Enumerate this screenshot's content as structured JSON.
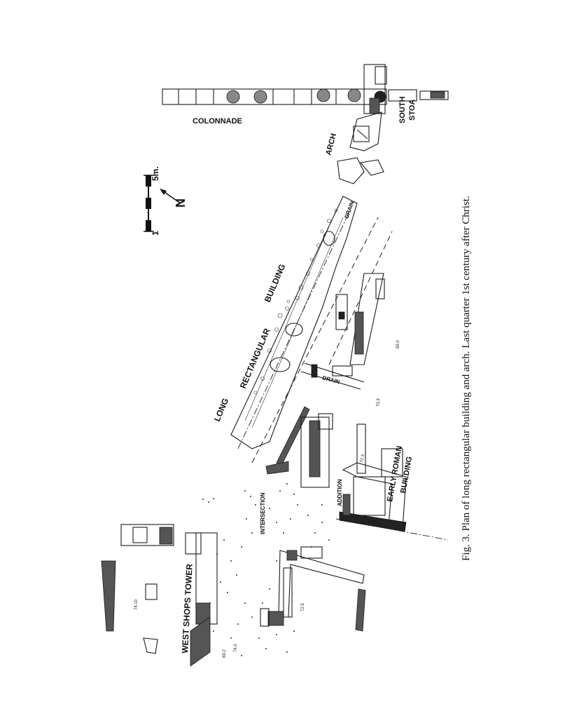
{
  "labels": {
    "colonnade": "COLONNADE",
    "arch": "ARCH",
    "south": "SOUTH",
    "stoa": "STOA",
    "long": "LONG",
    "rectangular": "RECTANGULAR",
    "building": "BUILDING",
    "drain_1": "DRAIN",
    "drain_2": "DRAIN",
    "intersection": "INTERSECTION",
    "addition": "ADDITION",
    "early_roman": "EARLY ROMAN",
    "building_2": "BUILDING",
    "west_shops_tower": "WEST SHOPS TOWER"
  },
  "scale_bar": {
    "start": "1",
    "end": "5m.",
    "north_arrow": "N"
  },
  "elevations": [
    "74.10",
    "72.5",
    "74.0",
    "72.3",
    "70.3",
    "69.0",
    "69.2"
  ],
  "caption": "Fig. 3.  Plan of long rectangular building and arch.  Last quarter 1st century after Christ."
}
